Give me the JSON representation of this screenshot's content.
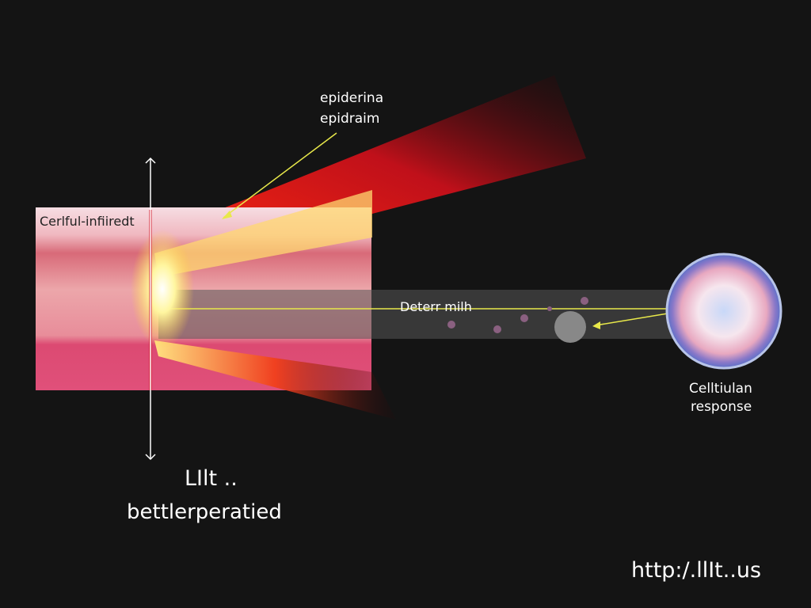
{
  "labels": {
    "top_label_line1": "epiderina",
    "top_label_line2": "epidraim",
    "tissue_label": "Cerlful-infiiredt",
    "beam_label": "Deterr milh",
    "cell_label_line1": "Celltiulan",
    "cell_label_line2": "response",
    "title_line1": "LIlt ..",
    "title_line2": "bettlerperatied",
    "url": "http:/.llIt..us"
  },
  "colors": {
    "background": "#141414",
    "beam_red": "#e0121b",
    "beam_yellow": "#ffe66b",
    "pointer": "#e8e84a",
    "tissue_pink": "#e0577a",
    "depth_line": "#d1182a"
  }
}
